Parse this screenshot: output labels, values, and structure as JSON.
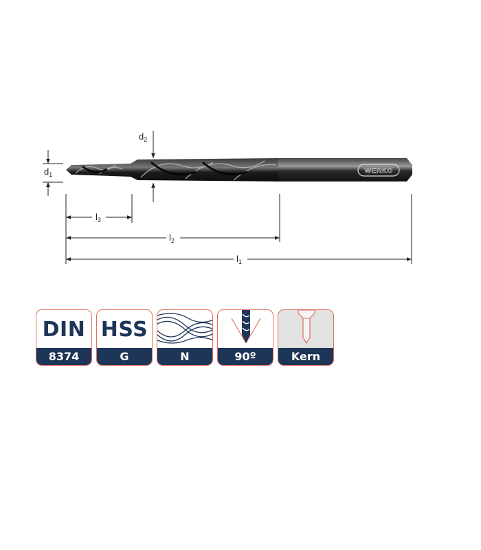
{
  "drawing": {
    "brand": "WERKO",
    "labels": {
      "d1": {
        "base": "d",
        "sub": "1"
      },
      "d2": {
        "base": "d",
        "sub": "2"
      },
      "l1": {
        "base": "l",
        "sub": "1"
      },
      "l2": {
        "base": "l",
        "sub": "2"
      },
      "l3": {
        "base": "l",
        "sub": "3"
      }
    },
    "colors": {
      "steel_dark": "#1a1a1a",
      "steel_light": "#8a8a8a",
      "line": "#222222"
    }
  },
  "badges": [
    {
      "id": "standard",
      "top": "DIN",
      "bottom": "8374"
    },
    {
      "id": "material",
      "top": "HSS",
      "bottom": "G"
    },
    {
      "id": "type",
      "icon": "helix-flute-icon",
      "bottom": "N"
    },
    {
      "id": "angle",
      "icon": "drill-point-angle-icon",
      "bottom": "90º"
    },
    {
      "id": "application",
      "icon": "countersink-core-icon",
      "bottom": "Kern"
    }
  ],
  "colors": {
    "navy": "#1d3557",
    "border": "#e07060",
    "gray_bg": "#e2e2e2"
  }
}
